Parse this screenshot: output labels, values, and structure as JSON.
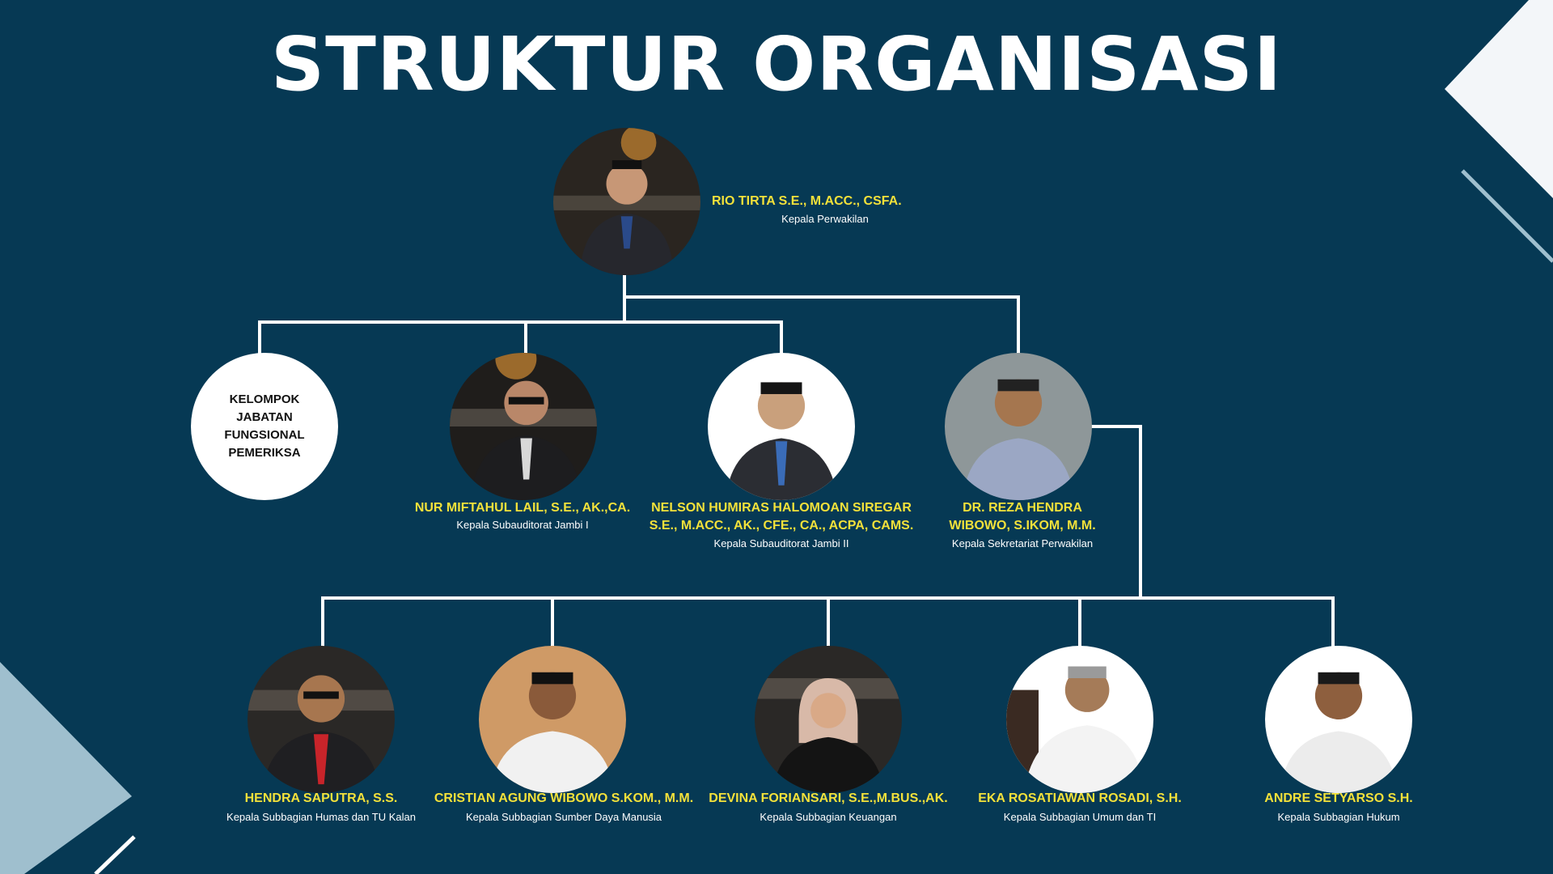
{
  "title": "STRUKTUR ORGANISASI",
  "colors": {
    "background": "#063954",
    "name_text": "#f3e13a",
    "role_text": "#ffffff",
    "connector": "#ffffff",
    "accent_light": "#f3f6f9",
    "accent_blue": "#9fbfce"
  },
  "head": {
    "name": "RIO TIRTA  S.E., M.ACC., CSFA.",
    "role": "Kepala Perwakilan",
    "photo_icon": "person-photo-icon"
  },
  "group": {
    "label": "KELOMPOK\nJABATAN\nFUNGSIONAL\nPEMERIKSA"
  },
  "level2": [
    {
      "name": "NUR MIFTAHUL LAIL, S.E., AK.,CA.",
      "role": "Kepala  Subauditorat Jambi I"
    },
    {
      "name": "NELSON HUMIRAS HALOMOAN SIREGAR",
      "name2": "S.E., M.ACC., AK., CFE., CA., ACPA, CAMS.",
      "role": "Kepala  Subauditorat Jambi II"
    },
    {
      "name": "DR. REZA HENDRA",
      "name2": "WIBOWO, S.IKOM, M.M.",
      "role": "Kepala  Sekretariat Perwakilan"
    }
  ],
  "level3": [
    {
      "name": "HENDRA SAPUTRA, S.S.",
      "role": "Kepala  Subbagian Humas dan TU Kalan"
    },
    {
      "name": "CRISTIAN AGUNG WIBOWO S.KOM., M.M.",
      "role": "Kepala  Subbagian Sumber Daya Manusia"
    },
    {
      "name": "DEVINA FORIANSARI, S.E.,M.BUS.,AK.",
      "role": "Kepala  Subbagian Keuangan"
    },
    {
      "name": "EKA ROSATIAWAN ROSADI, S.H.",
      "role": "Kepala  Subbagian Umum dan TI"
    },
    {
      "name": "ANDRE SETYARSO S.H.",
      "role": "Kepala  Subbagian Hukum"
    }
  ]
}
